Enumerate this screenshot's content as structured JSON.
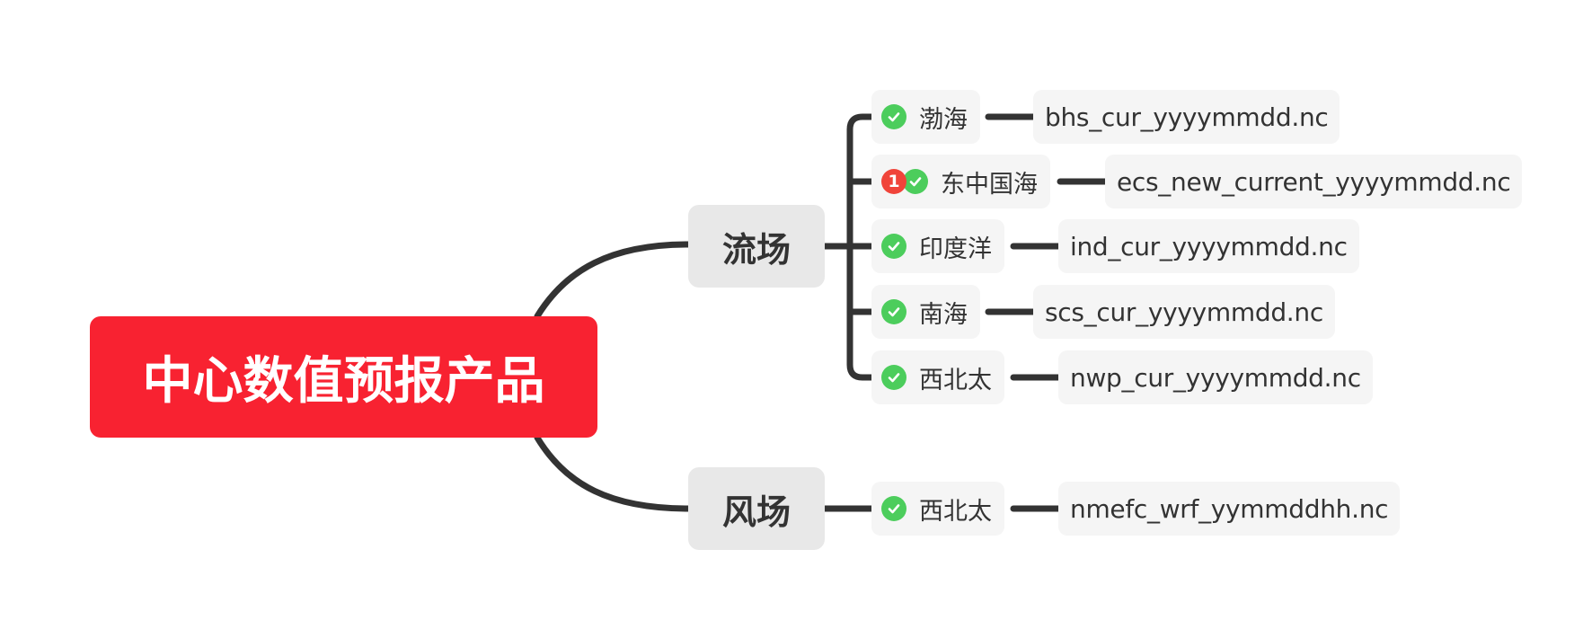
{
  "root": {
    "label": "中心数值预报产品"
  },
  "branches": [
    {
      "label": "流场",
      "children": [
        {
          "label": "渤海",
          "file": "bhs_cur_yyyymmdd.nc",
          "icon": "check-icon",
          "badge": ""
        },
        {
          "label": "东中国海",
          "file": "ecs_new_current_yyyymmdd.nc",
          "icon": "check-icon",
          "badge": "1"
        },
        {
          "label": "印度洋",
          "file": "ind_cur_yyyymmdd.nc",
          "icon": "check-icon",
          "badge": ""
        },
        {
          "label": "南海",
          "file": "scs_cur_yyyymmdd.nc",
          "icon": "check-icon",
          "badge": ""
        },
        {
          "label": "西北太",
          "file": "nwp_cur_yyyymmdd.nc",
          "icon": "check-icon",
          "badge": ""
        }
      ]
    },
    {
      "label": "风场",
      "children": [
        {
          "label": "西北太",
          "file": "nmefc_wrf_yymmddhh.nc",
          "icon": "check-icon",
          "badge": ""
        }
      ]
    }
  ],
  "colors": {
    "root": "#f82231",
    "check": "#4ccd5c",
    "badge": "#f0443a",
    "line": "#333333",
    "branch_bg": "#e8e8e8",
    "leaf_bg": "#f5f5f5"
  }
}
